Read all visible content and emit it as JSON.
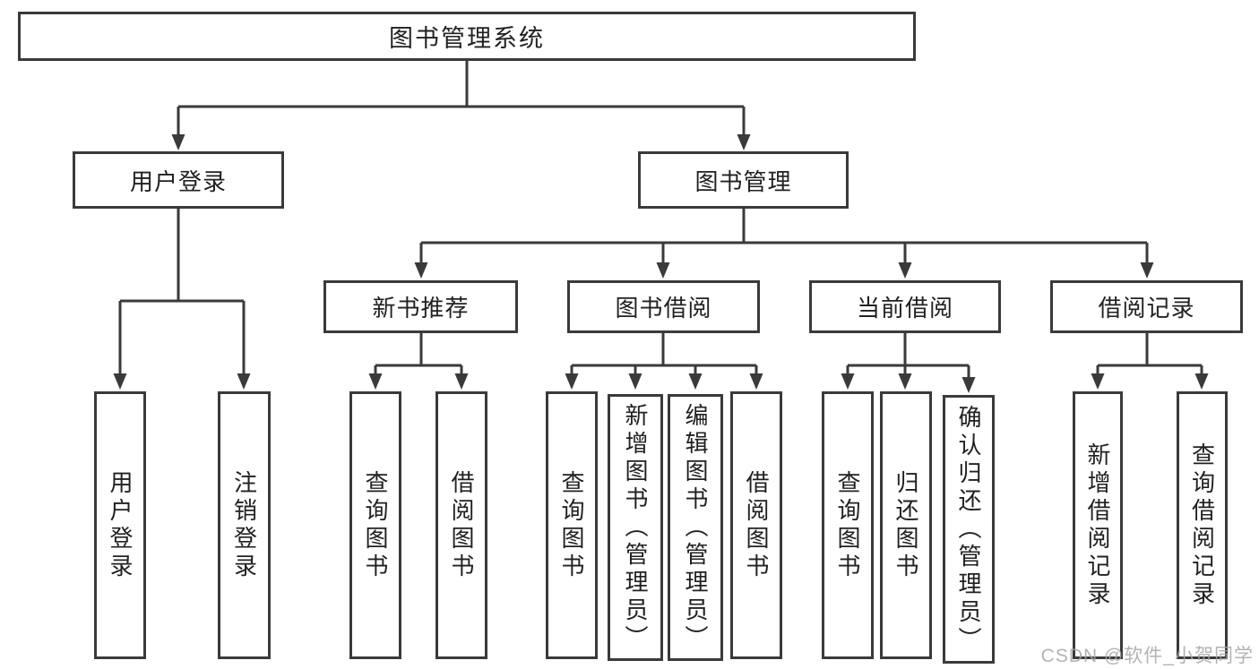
{
  "colors": {
    "line": "#3a3a3a",
    "text": "#212121",
    "watermark": "#a6a6a6",
    "background": "#ffffff"
  },
  "nodes": {
    "root": "图书管理系统",
    "user_login": "用户登录",
    "book_mgmt": "图书管理",
    "login_leaf": "用户登录",
    "logout_leaf": "注销登录",
    "new_book_rec": "新书推荐",
    "book_borrow": "图书借阅",
    "current_borrow": "当前借阅",
    "borrow_record": "借阅记录",
    "nbr_query": "查询图书",
    "nbr_borrow": "借阅图书",
    "bb_query": "查询图书",
    "bb_add": "新增图书（管理员）",
    "bb_edit": "编辑图书（管理员）",
    "bb_borrow": "借阅图书",
    "cb_query": "查询图书",
    "cb_return": "归还图书",
    "cb_confirm": "确认归还（管理员）",
    "br_add": "新增借阅记录",
    "br_query": "查询借阅记录"
  },
  "hierarchy": {
    "图书管理系统": {
      "用户登录": [
        "用户登录",
        "注销登录"
      ],
      "图书管理": {
        "新书推荐": [
          "查询图书",
          "借阅图书"
        ],
        "图书借阅": [
          "查询图书",
          "新增图书（管理员）",
          "编辑图书（管理员）",
          "借阅图书"
        ],
        "当前借阅": [
          "查询图书",
          "归还图书",
          "确认归还（管理员）"
        ],
        "借阅记录": [
          "新增借阅记录",
          "查询借阅记录"
        ]
      }
    }
  },
  "watermark": "CSDN @软件_小贺同学"
}
